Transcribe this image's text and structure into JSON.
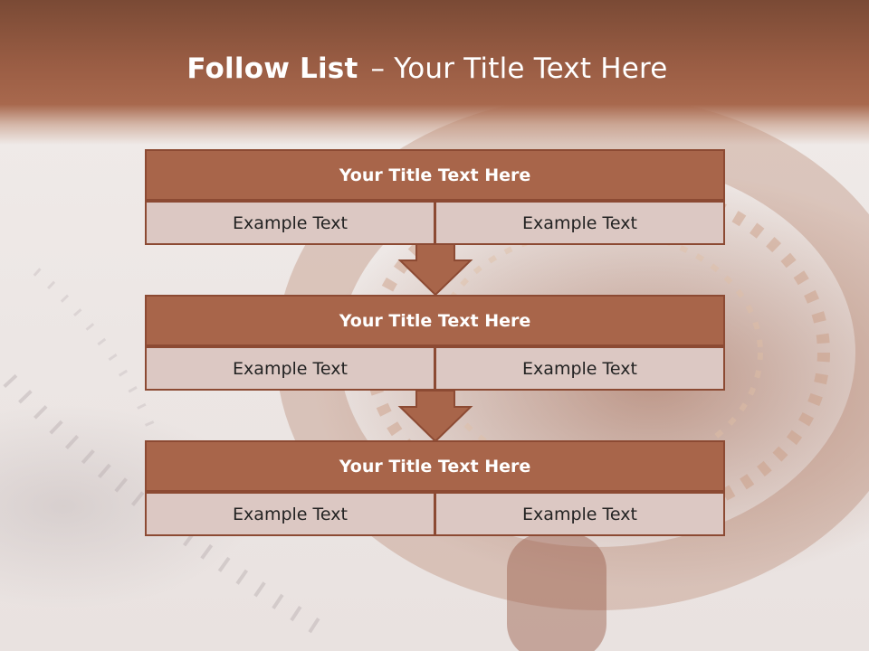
{
  "slide": {
    "title_lead": "Follow List",
    "title_separator": "–",
    "title_rest": "Your Title Text Here"
  },
  "blocks": [
    {
      "title": "Your Title Text Here",
      "left_text": "Example Text",
      "right_text": "Example Text"
    },
    {
      "title": "Your Title Text Here",
      "left_text": "Example Text",
      "right_text": "Example Text"
    },
    {
      "title": "Your Title Text Here",
      "left_text": "Example Text",
      "right_text": "Example Text"
    }
  ],
  "colors": {
    "header": "#9a5d44",
    "block_title": "#a8654a",
    "block_border": "#8c4a33",
    "block_cell": "#dcc8c3",
    "arrow": "#a8654a"
  }
}
